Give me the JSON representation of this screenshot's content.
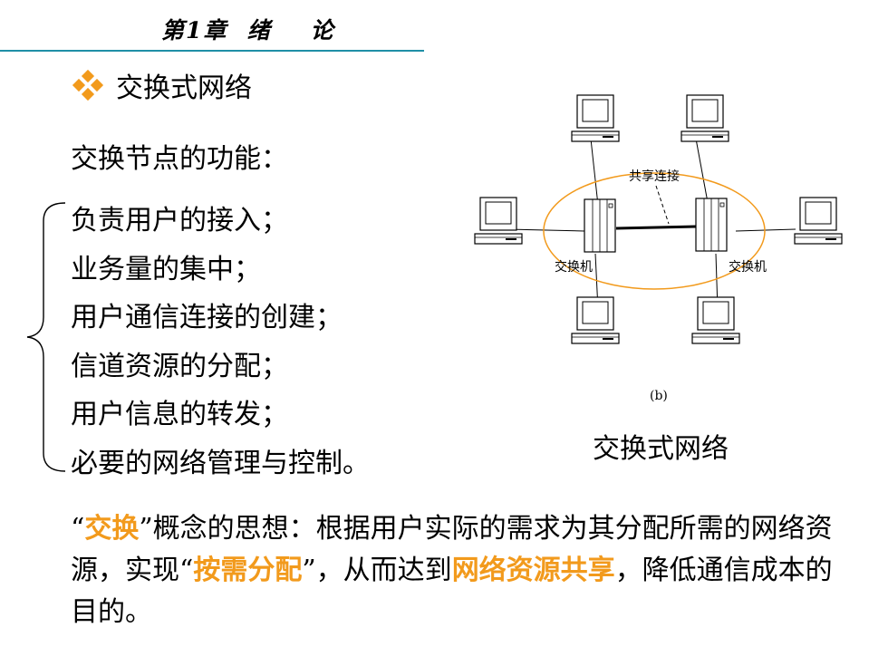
{
  "header": {
    "chapter_title": "第1章  绪    论"
  },
  "section": {
    "heading": "交换式网络"
  },
  "intro": "交换节点的功能：",
  "functions": [
    "负责用户的接入；",
    "业务量的集中；",
    "用户通信连接的创建；",
    "信道资源的分配；",
    "用户信息的转发；",
    "必要的网络管理与控制。"
  ],
  "diagram": {
    "shared_link_label": "共享连接",
    "switch_left_label": "交换机",
    "switch_right_label": "交换机",
    "sub_label": "(b)",
    "caption": "交换式网络"
  },
  "summary": {
    "part1": "“",
    "hl1": "交换",
    "part2": "”概念的思想：根据用户实际的需求为其分配所需的网络资源，实现“",
    "hl2": "按需分配",
    "part3": "”，从而达到",
    "hl3": "网络资源共享",
    "part4": "，降低通信成本的目的。"
  },
  "colors": {
    "accent": "#f29a1c",
    "rule": "#1f8fa6"
  }
}
